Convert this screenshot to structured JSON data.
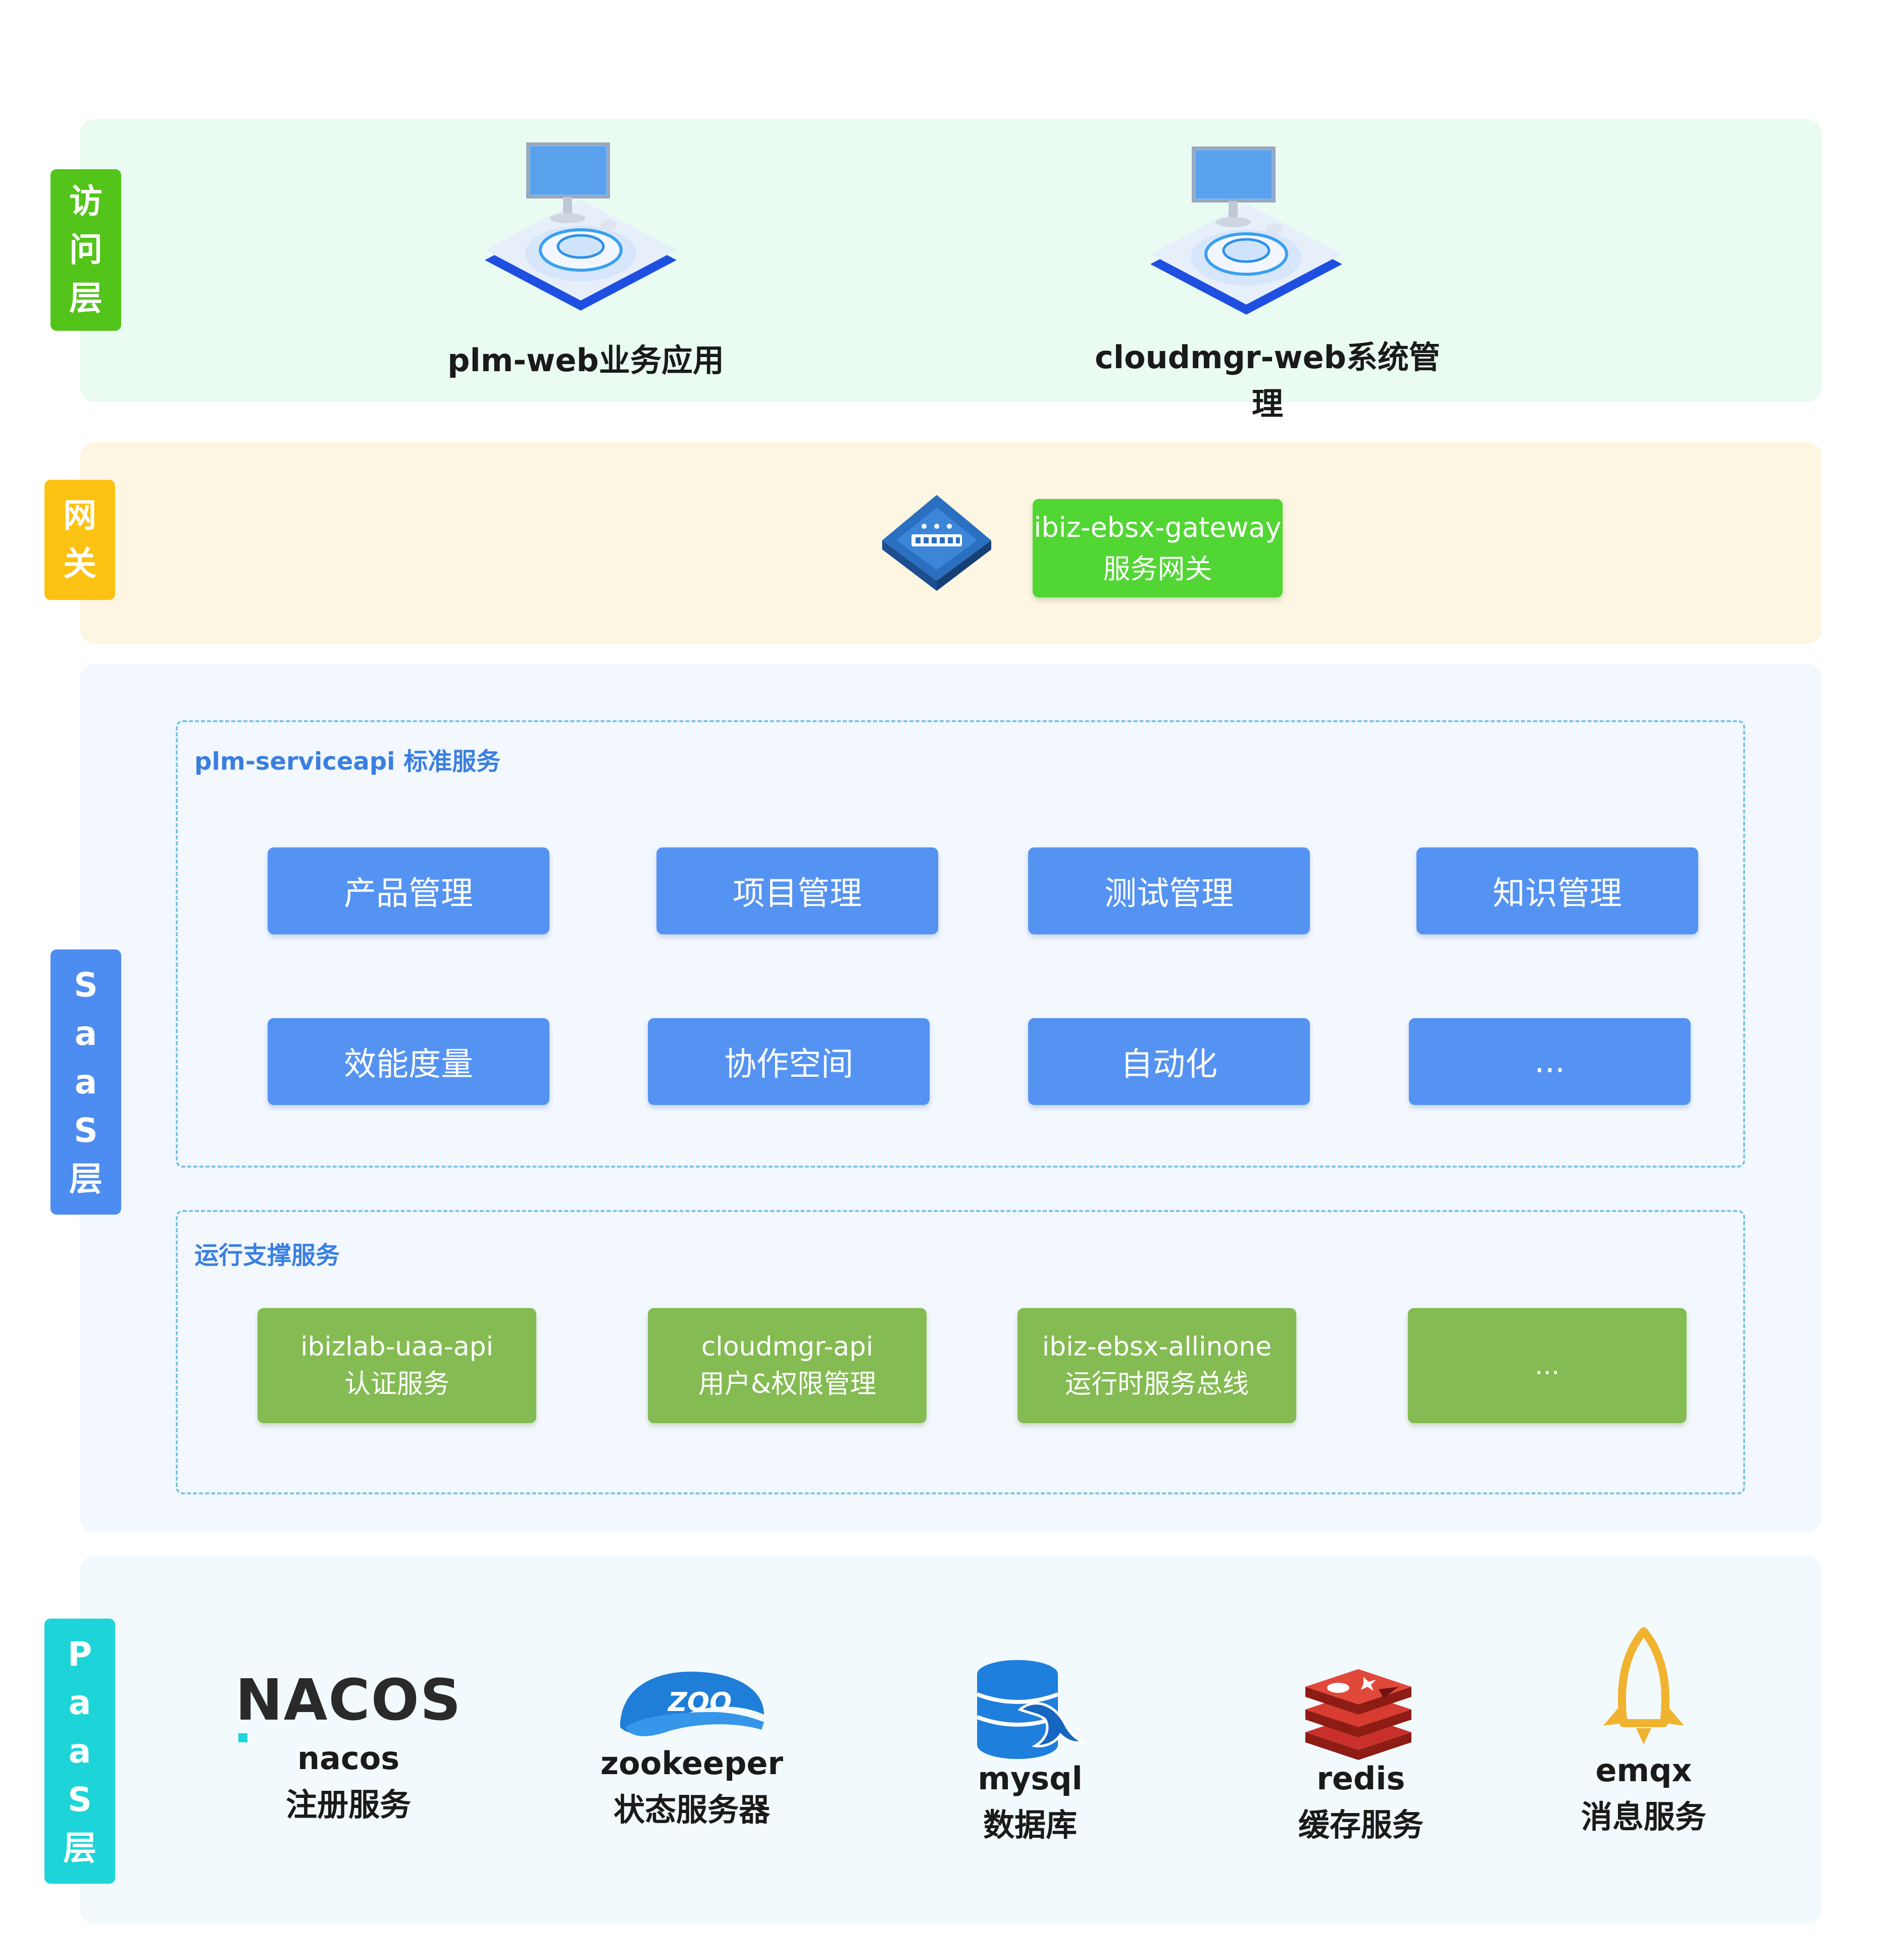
{
  "layers": {
    "access": {
      "tag": [
        "访",
        "问",
        "层"
      ],
      "items": [
        {
          "label": "plm-web业务应用",
          "icon": "computer-platform-icon"
        },
        {
          "label": "cloudmgr-web系统管理",
          "icon": "computer-platform-icon"
        }
      ]
    },
    "gateway": {
      "tag": [
        "网",
        "关"
      ],
      "icon": "gateway-router-icon",
      "box": {
        "line1": "ibiz-ebsx-gateway",
        "line2": "服务网关"
      }
    },
    "saas": {
      "tag": [
        "S",
        "a",
        "a",
        "S",
        "层"
      ],
      "standard": {
        "title": "plm-serviceapi 标准服务",
        "modules": [
          "产品管理",
          "项目管理",
          "测试管理",
          "知识管理",
          "效能度量",
          "协作空间",
          "自动化",
          "..."
        ]
      },
      "runtime": {
        "title": "运行支撑服务",
        "services": [
          {
            "line1": "ibizlab-uaa-api",
            "line2": "认证服务"
          },
          {
            "line1": "cloudmgr-api",
            "line2": "用户&权限管理"
          },
          {
            "line1": "ibiz-ebsx-allinone",
            "line2": "运行时服务总线"
          },
          {
            "line1": "...",
            "line2": ""
          }
        ]
      }
    },
    "paas": {
      "tag": [
        "P",
        "a",
        "a",
        "S",
        "层"
      ],
      "items": [
        {
          "name": "nacos",
          "desc": "注册服务",
          "logo_text": "NACOS",
          "icon": "nacos-logo-icon"
        },
        {
          "name": "zookeeper",
          "desc": "状态服务器",
          "logo_text": "ZOO",
          "icon": "zookeeper-logo-icon"
        },
        {
          "name": "mysql",
          "desc": "数据库",
          "icon": "mysql-logo-icon"
        },
        {
          "name": "redis",
          "desc": "缓存服务",
          "icon": "redis-logo-icon"
        },
        {
          "name": "emqx",
          "desc": "消息服务",
          "icon": "emqx-logo-icon"
        }
      ]
    }
  },
  "colors": {
    "access_bg": "#eafcf2",
    "access_tag": "#52c41a",
    "gateway_bg": "#fdf6e3",
    "gateway_tag": "#fbc214",
    "saas_bg": "#f3f8fe",
    "saas_tag": "#4d8cf0",
    "paas_bg": "#f3fafd",
    "paas_tag": "#1dd5d8",
    "module_blue": "#5593f2",
    "service_green": "#84bb52",
    "gateway_green": "#52d634"
  }
}
